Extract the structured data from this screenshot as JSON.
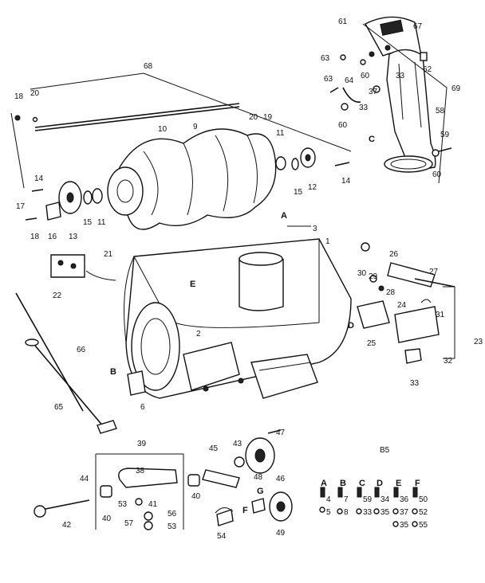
{
  "callouts": {
    "c1": "1",
    "c2": "2",
    "c3": "3",
    "c6": "6",
    "c9": "9",
    "c10": "10",
    "c11a": "11",
    "c11b": "11",
    "c12": "12",
    "c13": "13",
    "c14a": "14",
    "c14b": "14",
    "c15a": "15",
    "c15b": "15",
    "c16": "16",
    "c17": "17",
    "c18a": "18",
    "c18b": "18",
    "c19": "19",
    "c20a": "20",
    "c20b": "20",
    "c21": "21",
    "c22": "22",
    "c23": "23",
    "c24": "24",
    "c25": "25",
    "c26": "26",
    "c27": "27",
    "c28": "28",
    "c29": "29",
    "c30": "30",
    "c31": "31",
    "c32": "32",
    "c33a": "33",
    "c33b": "33",
    "c33c": "33",
    "c37": "37",
    "c38": "38",
    "c39": "39",
    "c40a": "40",
    "c40b": "40",
    "c41": "41",
    "c42": "42",
    "c43": "43",
    "c44": "44",
    "c45": "45",
    "c46": "46",
    "c47": "47",
    "c48": "48",
    "c49": "49",
    "c53a": "53",
    "c53b": "53",
    "c54": "54",
    "c56": "56",
    "c57": "57",
    "c58": "58",
    "c59": "59",
    "c60a": "60",
    "c60b": "60",
    "c60c": "60",
    "c61": "61",
    "c62": "62",
    "c63a": "63",
    "c63b": "63",
    "c64": "64",
    "c65": "65",
    "c66": "66",
    "c67": "67",
    "c68": "68",
    "c69": "69",
    "la": "A",
    "lb": "B",
    "lc": "C",
    "ld": "D",
    "le": "E",
    "lf": "F",
    "lg": "G",
    "b5": "B5"
  },
  "legend": {
    "headers": [
      "A",
      "B",
      "C",
      "D",
      "E",
      "F"
    ],
    "rows": [
      [
        "4",
        "7",
        "59",
        "34",
        "36",
        "50"
      ],
      [
        "5",
        "8",
        "33",
        "35",
        "37",
        "52"
      ],
      [
        "",
        "",
        "",
        "",
        "35",
        "55"
      ]
    ]
  }
}
